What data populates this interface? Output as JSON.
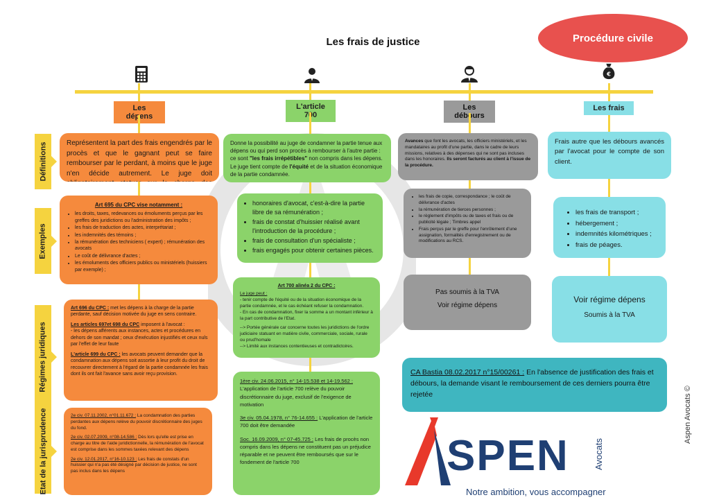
{
  "title": "Les frais de justice",
  "procedure": "Procédure civile",
  "columns": {
    "depens": "Les dépens",
    "article700": "L'article 700",
    "debours": "Les débours",
    "frais": "Les frais"
  },
  "rows": {
    "definitions": "Définitions",
    "exemples": "Exemples",
    "regimes": "Régimes juridiques",
    "etat": "Etat de la jurisprudence"
  },
  "depens": {
    "definition": "Représentent la part des frais engendrés par le procès et que le gagnant peut se faire rembourser par le perdant, à moins que le juge n'en décide autrement. Le juge doit obligatoirement statuer sur la charge des dépens.",
    "exemples_title": "Art 695 du CPC vise notamment :",
    "exemples_items": [
      "les droits, taxes, redevances ou émoluments perçus par les greffes des juridictions ou l'administration des impôts ;",
      "les frais de traduction des actes, interprétariat ;",
      "les indemnités des témoins ;",
      "la rémunération des techniciens ( expert) ; rémunération des avocats",
      "Le coût de délivrance d'actes ;",
      "les émoluments des officiers publics ou ministériels (huissiers par exemple) ;"
    ],
    "regime_a_ref": "Art 696 du CPC :",
    "regime_a_text": " met les dépens à la charge de la partie perdante, sauf décision motivée du juge en sens contraire.",
    "regime_b_ref": "Les articles 697et 698 du CPC",
    "regime_b_text": " imposent à l'avocat :",
    "regime_b_detail": "- les dépens afférents aux instances, actes et procédures en dehors de son mandat ; ceux d'exécution injustifiés et ceux nuls par l'effet de leur faute",
    "regime_c_ref": "L'article 699 du CPC :",
    "regime_c_text": " les avocats peuvent demander que la condamnation aux dépens soit assortie à leur profit du droit de recouvrer directement à l'égard de la partie condamnée les frais dont ils ont fait l'avance sans avoir reçu provision.",
    "juris": [
      {
        "ref": "2e civ. 07.11.2002, n°01.11.672 :",
        "text": " La condamnation des parties perdantes aux dépens relève du pouvoir discrétionnaire des juges du fond."
      },
      {
        "ref": "2e civ. 02.07.2009, n°08-14.586 :",
        "text": " Dès lors qu'elle est prise en charge au titre de l'aide juridictionnelle, la rémunération de l'avocat est comprise dans les sommes taxées relevant des dépens"
      },
      {
        "ref": "2e civ. 12.01.2017, n°16-10.123 :",
        "text": " Les frais de constats d'un huissier qui n'a pas été désigné par décision de justice, ne sont pas inclus dans les dépens"
      }
    ]
  },
  "art700": {
    "definition_a": "Donne la possibilité au juge de condamner la partie tenue aux dépens ou qui perd son procès à rembourser à l'autre partie : ce sont ",
    "definition_bold": "\"les frais irrépétibles\"",
    "definition_b": " non compris dans les dépens.",
    "definition_c": "Le juge tient compte de ",
    "definition_c_bold": "l'équité",
    "definition_d": " et de la situation économique de la partie condamnée.",
    "exemples_items": [
      "honoraires d'avocat, c'est-à-dire la partie libre de sa rémunération ;",
      "frais de constat d'huissier réalisé avant l'introduction de la procédure ;",
      "frais de consultation d'un spécialiste ;",
      "frais engagés pour obtenir certaines pièces."
    ],
    "regime_title": "Art 700 alinéa 2 du CPC :",
    "regime_juge": "Le juge peut :",
    "regime_l1": "- tenir compte de l'équité ou de la situation économique de la partie condamnée, et le cas échéant refuser la condamnation.",
    "regime_l2": "- En cas de condamnation, fixer la somme a un montant inférieur à la part contributive de l'Etat.",
    "regime_l3": "--> Portée générale car concerne toutes les juridictions de l'ordre judiciaire statuant en matière civile, commerciale, sociale, rurale ou prud'homale",
    "regime_l4": "--> Limité aux instances contentieuses et contradictoires.",
    "juris": [
      {
        "ref": "1ère civ. 24.06.2015, n° 14-15.538 et 14-19.562 :",
        "text": " L'application de l'article 700 relève du pouvoir discrétionnaire du juge, exclusif de l'exigence de motivation"
      },
      {
        "ref": "3e civ. 05.04.1978, n° 76-14.655 :",
        "text": " L'application de l'article 700 doit être demandée"
      },
      {
        "ref": "Soc. 16.09.2009, n° 07-45.725 :",
        "text": " Les frais de procès non compris dans les dépens ne constituent pas un préjudice réparable et ne peuvent être remboursés que sur le fondement de l'article 700"
      }
    ]
  },
  "debours": {
    "def_bold": "Avances",
    "def_text": " que font les avocats, les officiers ministériels, et les mandataires au profit d'une partie, dans le cadre de leurs missions, relatives à des dépenses qui ne sont pas incluses dans les honoraires.",
    "def_bold2": " Ils seront facturés au client à l'issue de la procédure.",
    "exemples_items": [
      "les frais de copie, correspondance ; le coût de délivrance d'actes",
      "la rémunération de tierces personnes ;",
      "le règlement d'impôts ou de taxes et frais ou de publicité légale ; Timbres appel",
      "Frais perçus par le greffe pour l'enrôlement d'une assignation, formalités d'enregistrement ou de modifications au RCS."
    ],
    "regime_l1": "Pas soumis à la TVA",
    "regime_l2": "Voir régime dépens"
  },
  "frais": {
    "definition": "Frais autre que les débours avancés par l'avocat pour le compte de son client.",
    "exemples_items": [
      "les frais de transport ;",
      "hébergement ;",
      "indemnités kilométriques ;",
      "frais de péages."
    ],
    "regime_l1": "Voir régime dépens",
    "regime_l2": "Soumis à la TVA"
  },
  "bastia": {
    "ref": "CA Bastia 08.02.2017 n°15/00261 :",
    "text": " En l'absence de justification des frais et débours, la demande visant le remboursement de ces derniers pourra être rejetée"
  },
  "logo": {
    "a": "A",
    "spen": "SPEN",
    "avocats": "Avocats",
    "tagline": "Notre ambition, vous accompagner",
    "copyright": "Aspen Avocats ©"
  },
  "icons": [
    "calculator-icon",
    "person-icon",
    "businessman-icon",
    "money-bag-icon"
  ],
  "colors": {
    "orange": "#f58a3d",
    "green": "#8bd36a",
    "gray": "#9a9a9a",
    "cyan": "#88dfe6",
    "teal": "#3fb6c0",
    "yellow": "#f5d33f",
    "red": "#e8514e"
  }
}
